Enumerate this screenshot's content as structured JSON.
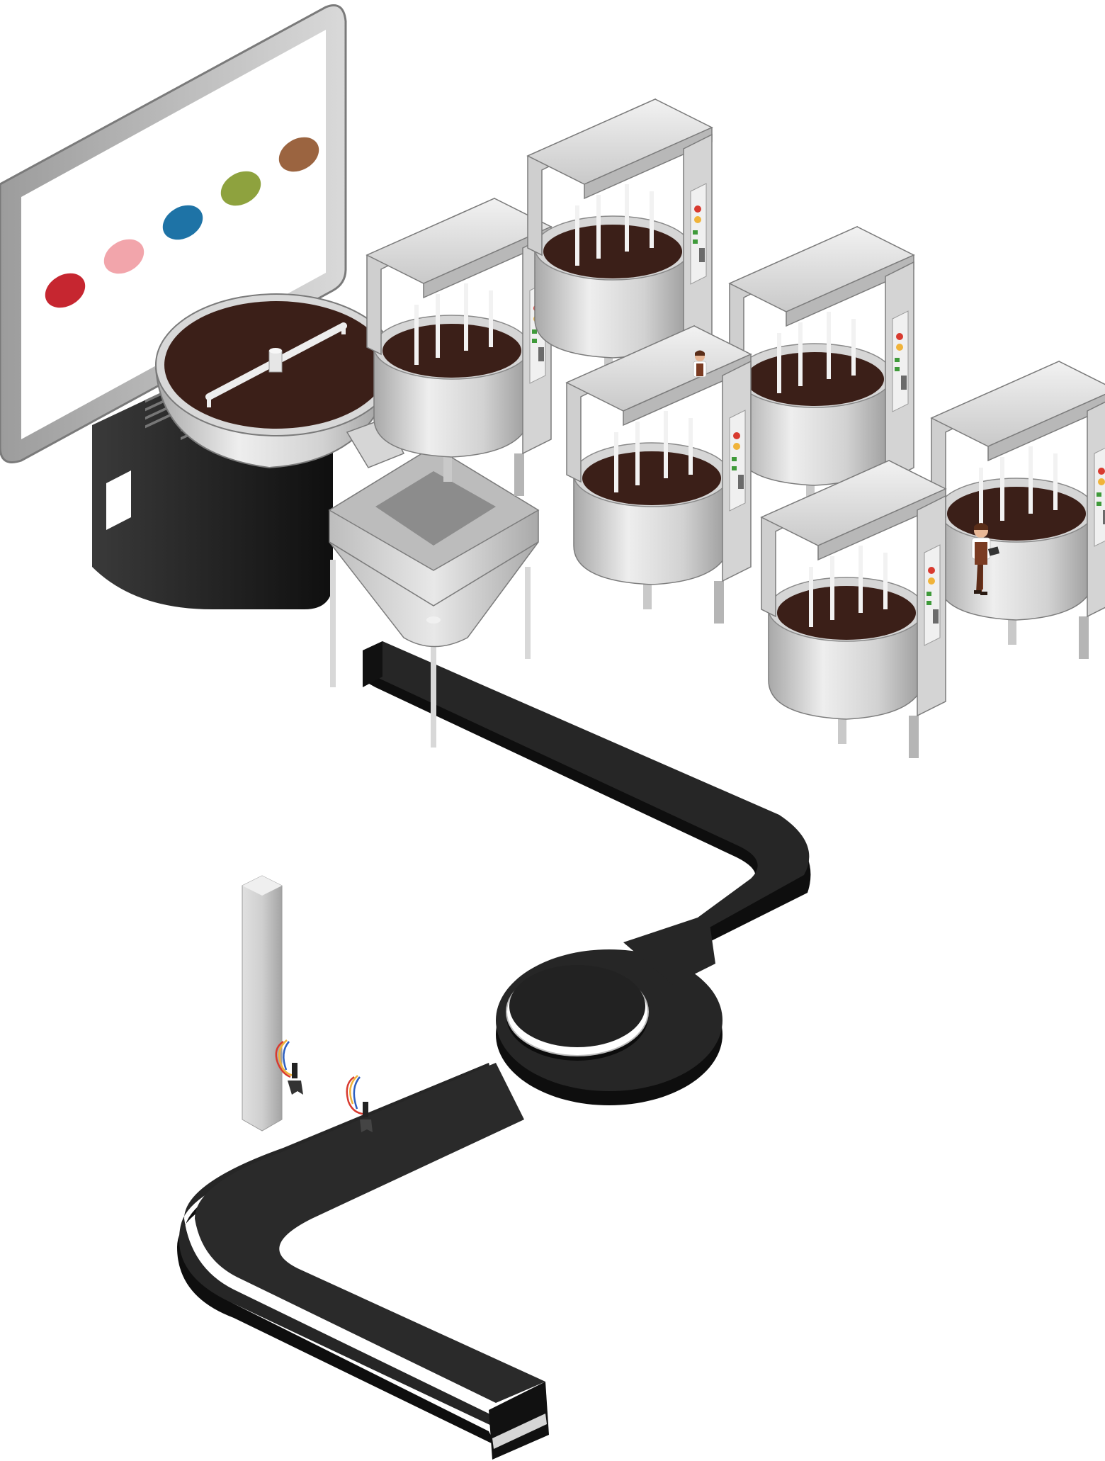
{
  "scene": {
    "background": "#ffffff"
  },
  "display_board": {
    "color_swatches": [
      {
        "name": "red",
        "color": "#c62630"
      },
      {
        "name": "pink",
        "color": "#f2a5ab"
      },
      {
        "name": "blue",
        "color": "#1e73a6"
      },
      {
        "name": "green",
        "color": "#8ea23e"
      },
      {
        "name": "brown",
        "color": "#9b6440"
      }
    ]
  },
  "colors": {
    "steel_light": "#e6e6e6",
    "steel_mid": "#c4c4c4",
    "steel_dark": "#8f8f8f",
    "mixture": "#3b1f18",
    "conveyor": "#222222",
    "conveyor_edge": "#0e0e0e",
    "machine_body": "#1c1c1c",
    "button_red": "#d83a2f",
    "button_green": "#3f9a3a",
    "button_yellow": "#f0b33a"
  },
  "mixers": [
    {
      "name": "mixer-1"
    },
    {
      "name": "mixer-2"
    },
    {
      "name": "mixer-3"
    },
    {
      "name": "mixer-4"
    },
    {
      "name": "mixer-5"
    },
    {
      "name": "mixer-6"
    }
  ],
  "workers": [
    {
      "name": "worker-small",
      "apron": "#7a3b22"
    },
    {
      "name": "worker-with-tablet",
      "apron": "#7a3b22"
    }
  ]
}
